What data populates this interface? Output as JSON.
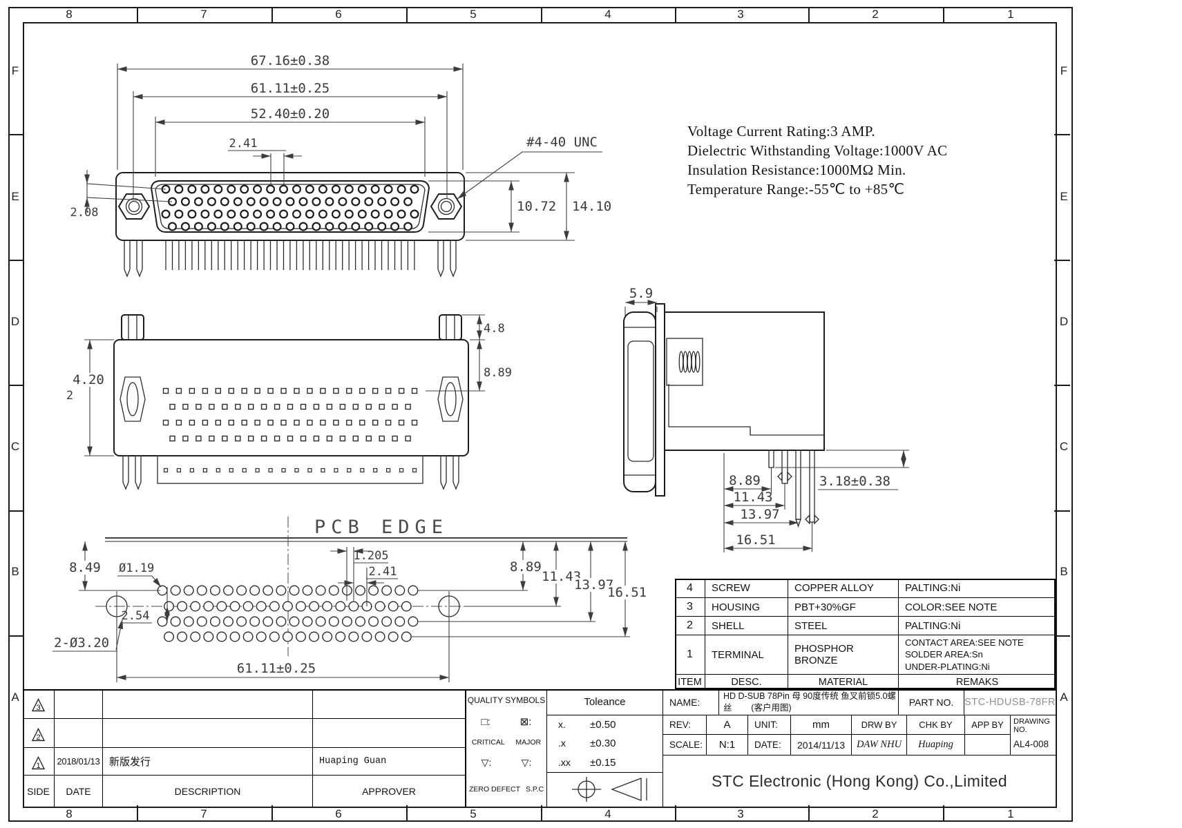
{
  "border": {
    "cols": [
      "8",
      "7",
      "6",
      "5",
      "4",
      "3",
      "2",
      "1"
    ],
    "rows": [
      "F",
      "E",
      "D",
      "C",
      "B",
      "A"
    ]
  },
  "notes": {
    "l1": "Voltage Current Rating:3 AMP.",
    "l2": "Dielectric Withstanding Voltage:1000V AC",
    "l3": "Insulation Resistance:1000MΩ Min.",
    "l4": "Temperature Range:-55℃ to +85℃"
  },
  "front": {
    "d1": "67.16±0.38",
    "d2": "61.11±0.25",
    "d3": "52.40±0.20",
    "d4": "2.41",
    "d5": "#4-40 UNC",
    "d6": "2.08",
    "d7": "10.72",
    "d8": "14.10"
  },
  "rear": {
    "d1": "4.20",
    "d2": "2",
    "d3": "4.8",
    "d4": "8.89"
  },
  "side": {
    "d1": "5.9",
    "d2": "8.89",
    "d3": "11.43",
    "d4": "13.97",
    "d5": "16.51",
    "d6": "3.18±0.38"
  },
  "pcb": {
    "label": "PCB EDGE",
    "d1": "8.49",
    "d2": "Ø1.19",
    "d3": "1.205",
    "d4": "2.41",
    "d5": "2.54",
    "d6": "2-Ø3.20",
    "d7": "61.11±0.25",
    "d8": "8.89",
    "d9": "11.43",
    "d10": "13.97",
    "d11": "16.51"
  },
  "bom": {
    "headers": [
      "ITEM",
      "DESC.",
      "MATERIAL",
      "REMAKS"
    ],
    "rows": [
      {
        "item": "4",
        "desc": "SCREW",
        "material": "COPPER ALLOY",
        "r1": "PALTING:Ni",
        "r2": "",
        "r3": ""
      },
      {
        "item": "3",
        "desc": "HOUSING",
        "material": "PBT+30%GF",
        "r1": "COLOR:SEE NOTE",
        "r2": "",
        "r3": ""
      },
      {
        "item": "2",
        "desc": "SHELL",
        "material": "STEEL",
        "r1": "PALTING:Ni",
        "r2": "",
        "r3": ""
      },
      {
        "item": "1",
        "desc": "TERMINAL",
        "material": "PHOSPHOR BRONZE",
        "r1": "CONTACT AREA:SEE NOTE",
        "r2": "SOLDER AREA:Sn",
        "r3": "UNDER-PLATING:Ni"
      }
    ]
  },
  "revisions": {
    "headers": [
      "SIDE",
      "DATE",
      "DESCRIPTION",
      "APPROVER"
    ],
    "rows": [
      {
        "mark": "3",
        "date": "",
        "description": "",
        "approver": ""
      },
      {
        "mark": "2",
        "date": "",
        "description": "",
        "approver": ""
      },
      {
        "mark": "1",
        "date": "2018/01/13",
        "description": "新版发行",
        "approver": "Huaping Guan"
      }
    ]
  },
  "quality": {
    "title": "QUALITY SYMBOLS",
    "sym1": "□:",
    "sym2": "⊠:",
    "critical": "CRITICAL",
    "major": "MAJOR",
    "tri1": "▽:",
    "tri2": "▽:",
    "zero": "ZERO DEFECT",
    "spc": "S.P.C"
  },
  "tolerance": {
    "title": "Toleance",
    "rows": [
      {
        "label": "x.",
        "value": "±0.50"
      },
      {
        "label": ".x",
        "value": "±0.30"
      },
      {
        "label": ".xx",
        "value": "±0.15"
      }
    ]
  },
  "titleblock": {
    "name_label": "NAME:",
    "name_line1": "HD D-SUB 78Pin 母 90度传统 鱼叉前锁5.0螺",
    "name_line2": "丝        (客户用图)",
    "part_label": "PART NO.",
    "part_value": "STC-HDUSB-78FR",
    "rev_label": "REV:",
    "rev_value": "A",
    "unit_label": "UNIT:",
    "unit_value": "mm",
    "drw_label": "DRW BY",
    "drw_value": "DAW NHU",
    "chk_label": "CHK BY",
    "chk_value": "Huaping",
    "app_label": "APP BY",
    "app_value": "",
    "drawing_label": "DRAWING NO.",
    "drawing_value": "AL4-008",
    "scale_label": "SCALE:",
    "scale_value": "N:1",
    "date_label": "DATE:",
    "date_value": "2014/11/13",
    "company": "STC Electronic (Hong Kong) Co.,Limited"
  }
}
